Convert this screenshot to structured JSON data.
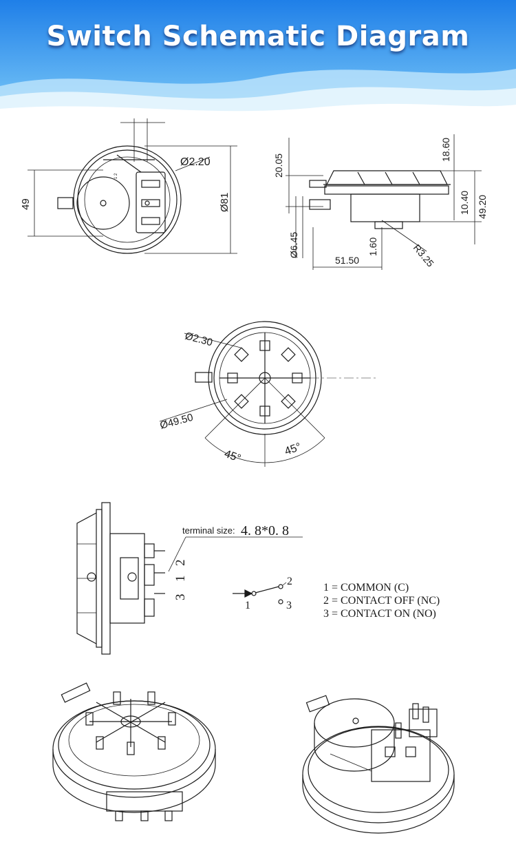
{
  "header": {
    "title": "Switch Schematic Diagram",
    "colors": {
      "top": "#1f7fe8",
      "bottom": "#6fc2f7",
      "wave": "#e9f6fd"
    }
  },
  "front_view": {
    "hole_dia": "Ø2.20",
    "height_dim": "49",
    "outer_dia": "Ø81"
  },
  "side_view": {
    "dims": [
      "20.05",
      "18.60",
      "10.40",
      "49.20",
      "Ø6.45",
      "1.60",
      "51.50",
      "R3.25"
    ]
  },
  "bottom_view": {
    "hole_dia": "Ø2.30",
    "body_dia": "Ø49.50",
    "angle_left": "45°",
    "angle_right": "45°"
  },
  "terminal_view": {
    "terminal_label": "terminal size:",
    "terminal_size": "4. 8*0. 8",
    "pin_top": "2",
    "pin_mid": "1",
    "pin_low": "3"
  },
  "switch_symbol": {
    "pin_common": "1",
    "pin_nc": "2",
    "pin_no": "3"
  },
  "legend": [
    "1 = COMMON (C)",
    "2 = CONTACT OFF (NC)",
    "3 = CONTACT ON (NO)"
  ]
}
